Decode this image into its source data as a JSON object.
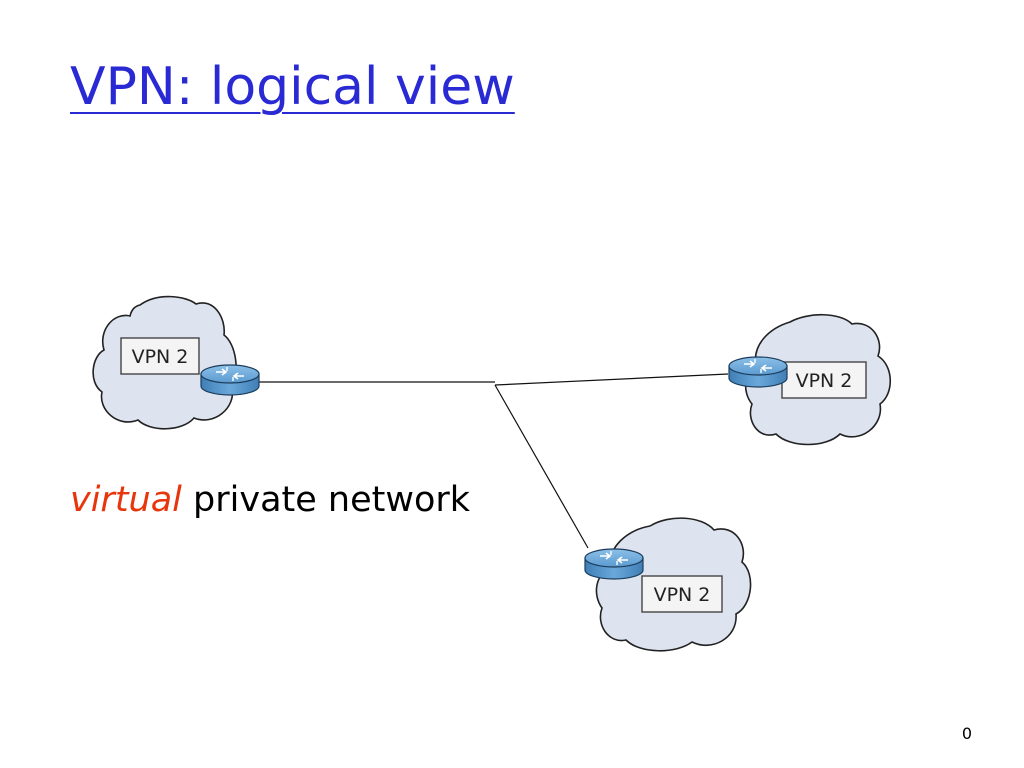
{
  "slide": {
    "title": "VPN: logical view",
    "title_color": "#2a2ad4",
    "caption": {
      "emphasis": "virtual",
      "emphasis_color": "#e8360c",
      "rest": " private network"
    },
    "page_number": "0"
  },
  "diagram": {
    "sites": [
      {
        "label": "VPN 2",
        "cloud_color": "#dde4f0",
        "icon": "router-icon"
      },
      {
        "label": "VPN 2",
        "cloud_color": "#dde4f0",
        "icon": "router-icon"
      },
      {
        "label": "VPN 2",
        "cloud_color": "#dde4f0",
        "icon": "router-icon"
      }
    ],
    "router_color": "#5b9bd0"
  }
}
